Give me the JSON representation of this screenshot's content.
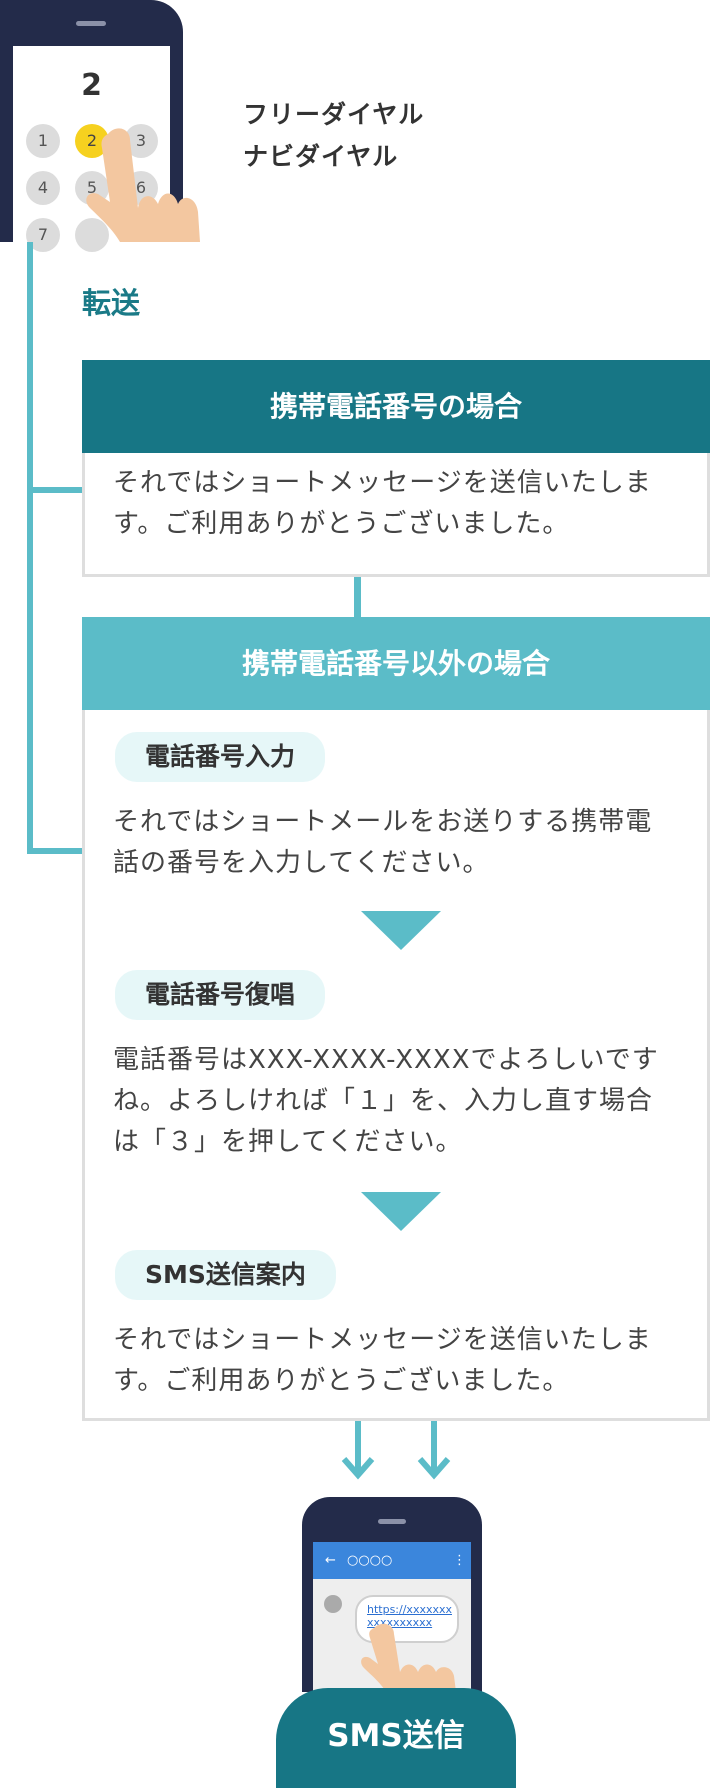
{
  "dialer": {
    "display_digit": "2",
    "keys": [
      "1",
      "2",
      "3",
      "4",
      "5",
      "6",
      "7"
    ],
    "active_key": "2"
  },
  "dial_labels": [
    "フリーダイヤル",
    "ナビダイヤル"
  ],
  "transfer_label": "転送",
  "mobile_case": {
    "title": "携帯電話番号の場合",
    "message_line1": "それではショートメッセージを送信いたしま",
    "message_line2": "す。ご利用ありがとうございました。"
  },
  "non_mobile_case": {
    "title": "携帯電話番号以外の場合",
    "steps": [
      {
        "label": "電話番号入力",
        "lines": [
          "それではショートメールをお送りする携帯電",
          "話の番号を入力してください。"
        ]
      },
      {
        "label": "電話番号復唱",
        "lines": [
          "電話番号はXXX-XXXX-XXXXでよろしいです",
          "ね。よろしければ「１」を、入力し直す場合",
          "は「３」を押してください。"
        ]
      },
      {
        "label": "SMS送信案内",
        "lines": [
          "それではショートメッセージを送信いたしま",
          "す。ご利用ありがとうございました。"
        ]
      }
    ]
  },
  "sms_phone": {
    "back_icon": "←",
    "contact": "○○○○",
    "menu_icon": "⋮",
    "link_line1": "https://xxxxxxx",
    "link_line2": "xxxxxxxxxx"
  },
  "sms_button_label": "SMS送信",
  "colors": {
    "dark_teal": "#177685",
    "light_teal": "#5bbcc8",
    "pill_bg": "#e6f7f8",
    "phone_body": "#232b4a",
    "active_key": "#f6d11f",
    "sms_header": "#3b86dc"
  }
}
